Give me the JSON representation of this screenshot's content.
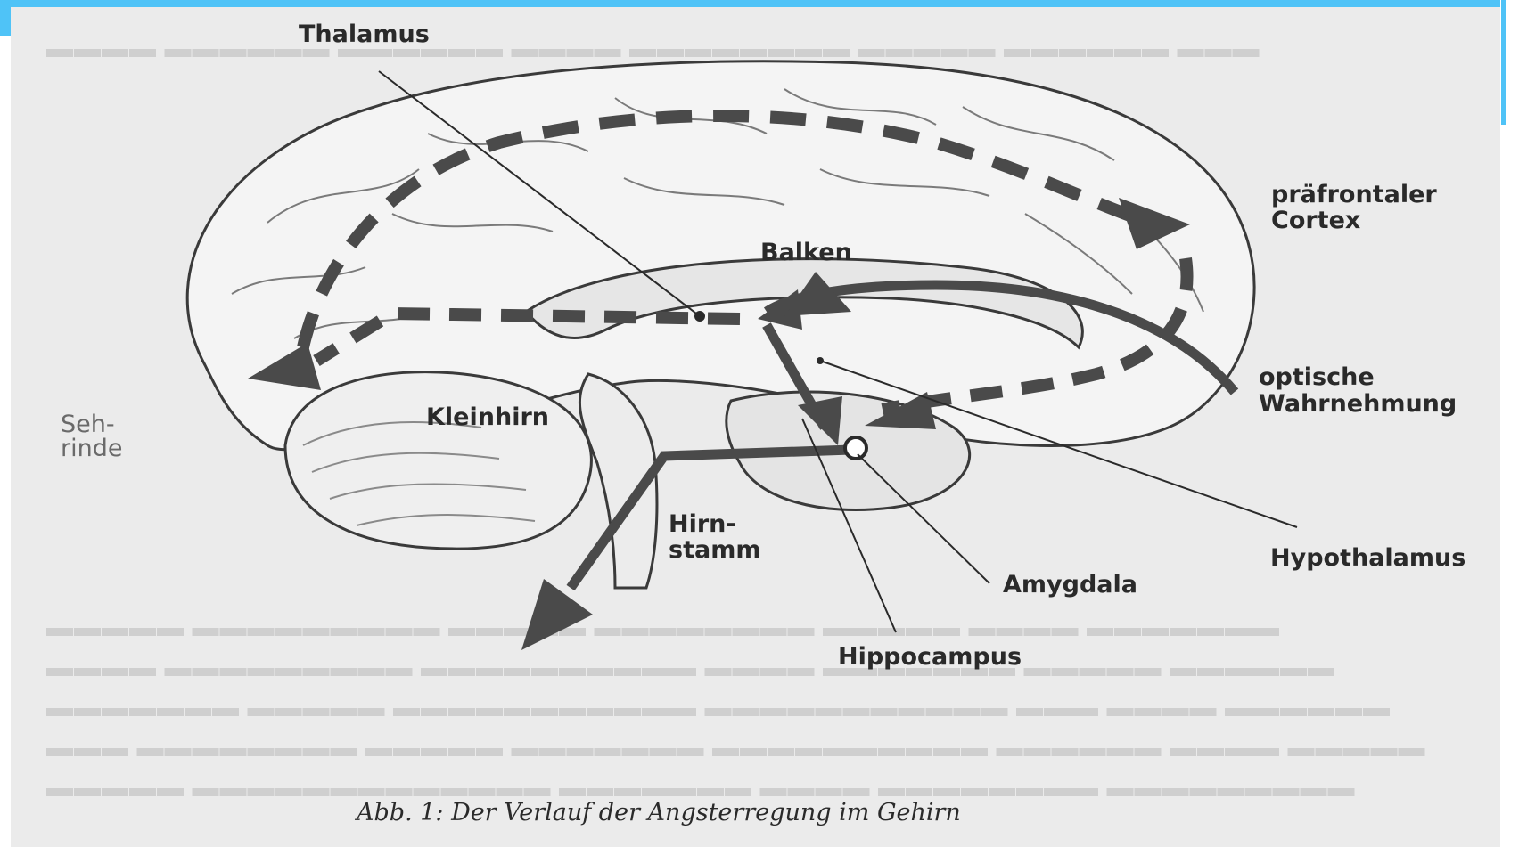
{
  "labels": {
    "thalamus": "Thalamus",
    "praefrontal_1": "präfrontaler",
    "praefrontal_2": "Cortex",
    "balken": "Balken",
    "optisch_1": "optische",
    "optisch_2": "Wahrnehmung",
    "sehrinde_1": "Seh-",
    "sehrinde_2": "rinde",
    "kleinhirn": "Kleinhirn",
    "hirnstamm_1": "Hirn-",
    "hirnstamm_2": "stamm",
    "hypothalamus": "Hypothalamus",
    "amygdala": "Amygdala",
    "hippocampus": "Hippocampus"
  },
  "caption": "Abb. 1: Der Verlauf der Angsterregung im Gehirn",
  "colors": {
    "frame_accent": "#4fc3f7",
    "paper": "#ebebeb",
    "ink": "#2a2a2a",
    "arrow": "#4a4a4a"
  }
}
